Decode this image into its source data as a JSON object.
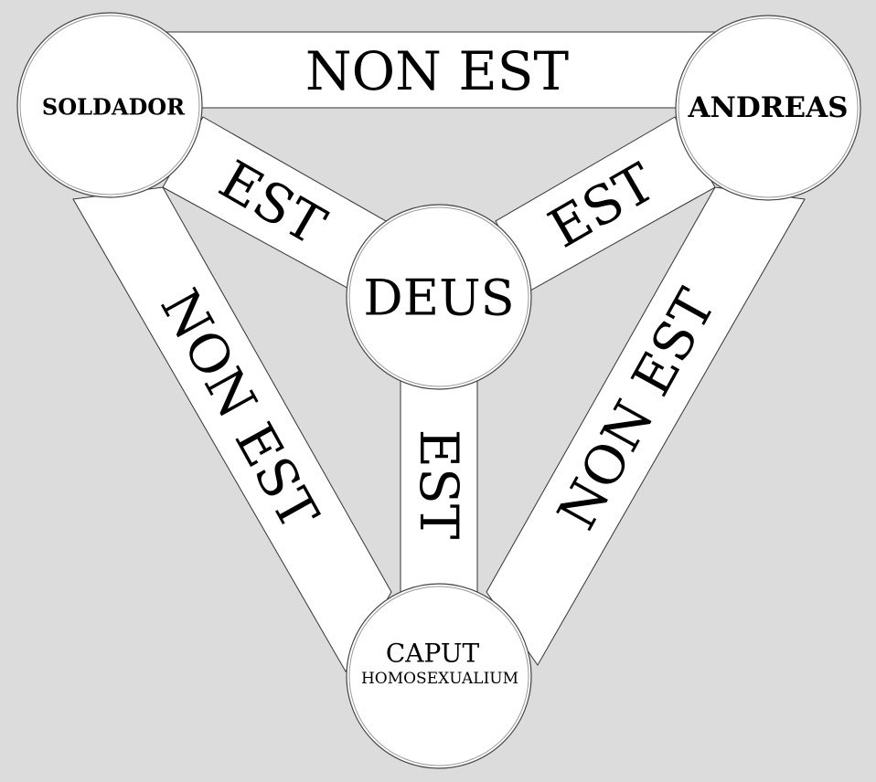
{
  "nodes": {
    "top_left": "SOLDADOR",
    "top_right": "ANDREAS",
    "center": "DEUS",
    "bottom_line1": "CAPUT",
    "bottom_line2": "HOMOSEXUALIUM"
  },
  "links": {
    "top": "NON EST",
    "left": "NON EST",
    "right": "NON EST",
    "center_left": "EST",
    "center_right": "EST",
    "center_bottom": "EST"
  },
  "colors": {
    "background": "#dcdcdc",
    "fill": "#ffffff",
    "text": "#000000"
  }
}
